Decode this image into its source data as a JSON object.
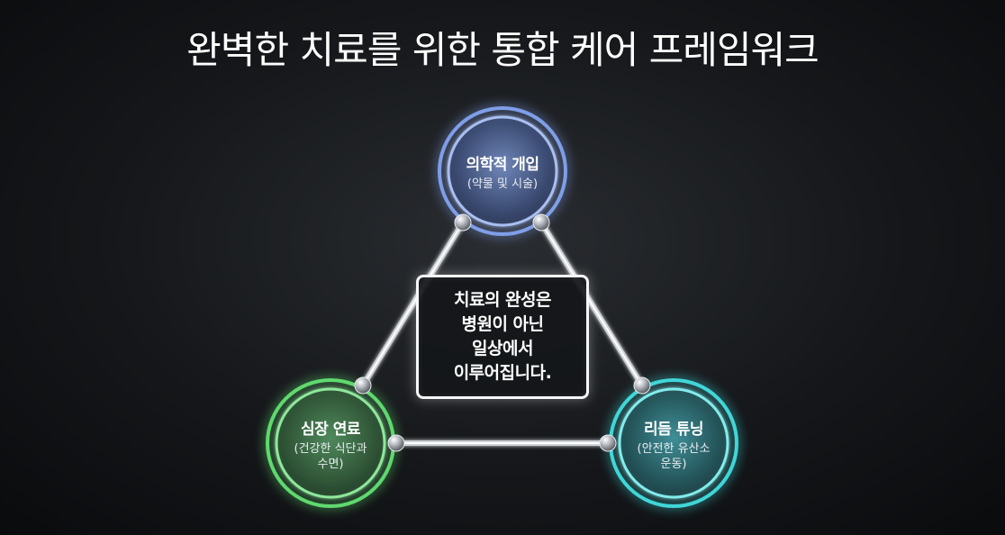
{
  "title": "완벽한 치료를 위한 통합 케어 프레임워크",
  "nodes": {
    "medical": {
      "label": "의학적 개입",
      "sub": "(약물 및 시술)",
      "color": "#7f9ee8"
    },
    "cardio": {
      "label": "심장 연료",
      "sub": "(건강한 식단과\n수면)",
      "color": "#5fd96e"
    },
    "rhythm": {
      "label": "리듬 튜닝",
      "sub": "(안전한 유산소\n운동)",
      "color": "#3fd6d8"
    }
  },
  "center": {
    "text": "치료의 완성은\n병원이 아닌\n일상에서\n이루어집니다."
  }
}
